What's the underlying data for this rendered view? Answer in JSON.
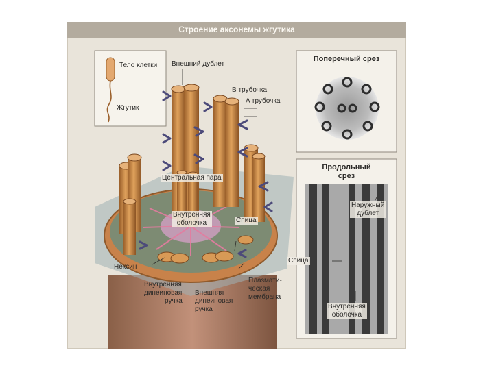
{
  "header": {
    "title": "Строение аксонемы жгутика"
  },
  "inset": {
    "cell_body": "Тело клетки",
    "flagellum": "Жгутик"
  },
  "main_labels": {
    "outer_doublet": "Внешний дублет",
    "b_tubule": "B трубочка",
    "a_tubule": "A трубочка",
    "central_pair": "Центральная пара",
    "inner_sheath_1": "Внутренняя",
    "inner_sheath_2": "оболочка",
    "spoke": "Спица",
    "nexin": "Нексин",
    "inner_dynein_1": "Внутренняя",
    "inner_dynein_2": "динеиновая",
    "inner_dynein_3": "ручка",
    "outer_dynein_1": "Внешняя",
    "outer_dynein_2": "динеиновая",
    "outer_dynein_3": "ручка",
    "membrane_1": "Плазмати-",
    "membrane_2": "ческая",
    "membrane_3": "мембрана"
  },
  "cross_section": {
    "title": "Поперечный срез"
  },
  "longitudinal": {
    "title_1": "Продольный",
    "title_2": "срез",
    "outer_doublet_1": "Наружный",
    "outer_doublet_2": "дублет",
    "spoke": "Спица",
    "inner_sheath_1": "Внутренняя",
    "inner_sheath_2": "оболочка"
  },
  "colors": {
    "tubule": "#c98a45",
    "tubule_dark": "#9a5f2a",
    "dynein": "#4c4a7a",
    "base_disc": "#c8824a",
    "header": "#b3ab9e"
  }
}
